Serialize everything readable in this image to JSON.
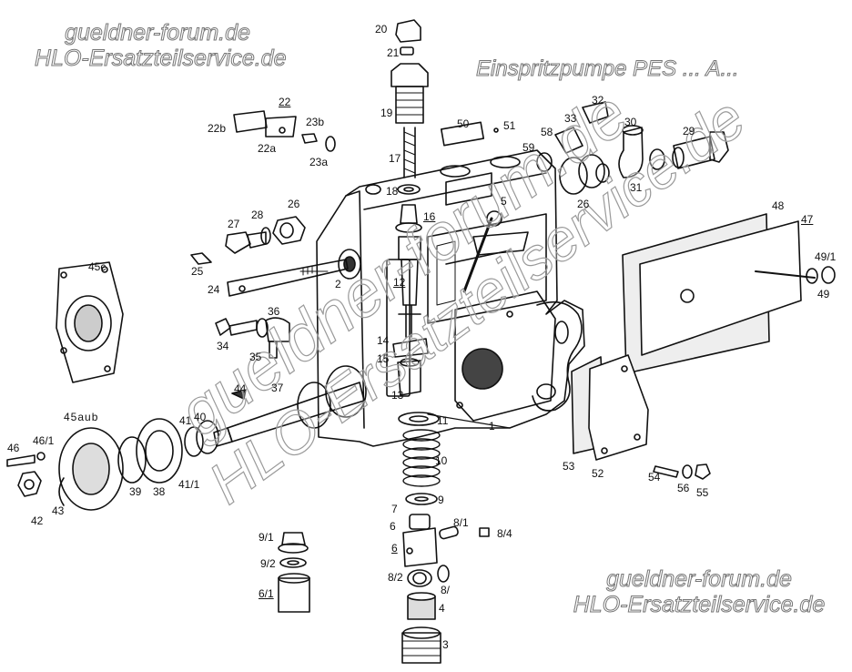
{
  "title": "Einspritzpumpe PES ... A...",
  "watermarks": {
    "top_left": [
      "gueldner-forum.de",
      "HLO-Ersatzteilservice.de"
    ],
    "bottom_right": [
      "gueldner-forum.de",
      "HLO-Ersatzteilservice.de"
    ],
    "diagonal_1": "gueldner-forum.de",
    "diagonal_2": "HLO-Ersatzteilservice.de"
  },
  "part_labels": {
    "p1": "1",
    "p2": "2",
    "p3": "3",
    "p4": "4",
    "p5": "5",
    "p6": "6",
    "p6b": "6",
    "p6_1": "6/1",
    "p7": "7",
    "p8_1": "8/1",
    "p8_2": "8/2",
    "p8_3": "8/",
    "p8_4": "8/4",
    "p9": "9",
    "p9_1": "9/1",
    "p9_2": "9/2",
    "p10": "10",
    "p11": "11",
    "p12": "12",
    "p13": "13",
    "p14": "14",
    "p15": "15",
    "p16": "16",
    "p17": "17",
    "p18": "18",
    "p19": "19",
    "p20": "20",
    "p21": "21",
    "p22": "22",
    "p22a": "22a",
    "p22b": "22b",
    "p23a": "23a",
    "p23b": "23b",
    "p24": "24",
    "p25": "25",
    "p26a": "26",
    "p26b": "26",
    "p27": "27",
    "p28": "28",
    "p29": "29",
    "p30": "30",
    "p31": "31",
    "p32": "32",
    "p33": "33",
    "p34": "34",
    "p35": "35",
    "p36": "36",
    "p37": "37",
    "p38": "38",
    "p39": "39",
    "p40": "40",
    "p41": "41",
    "p41_1": "41/1",
    "p42": "42",
    "p43": "43",
    "p44": "44",
    "p45aub": "45aub",
    "p45c": "45c",
    "p46": "46",
    "p46_1": "46/1",
    "p47": "47",
    "p48": "48",
    "p49": "49",
    "p49_1": "49/1",
    "p50": "50",
    "p51": "51",
    "p52": "52",
    "p53": "53",
    "p54": "54",
    "p55": "55",
    "p56": "56",
    "p58": "58",
    "p59": "59"
  },
  "colors": {
    "line": "#111111",
    "watermark": "#777777",
    "background": "#ffffff"
  }
}
